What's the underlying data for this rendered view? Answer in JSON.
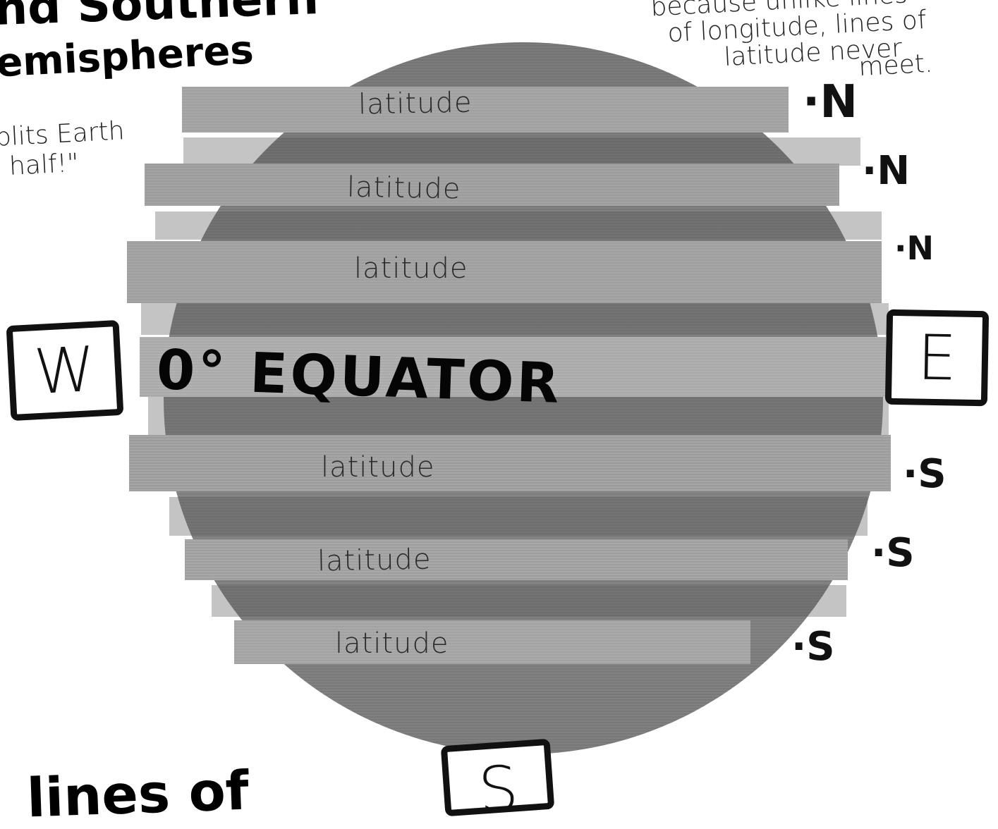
{
  "header": {
    "title_line1": "nd Southern",
    "title_line2": "emispheres",
    "left_note_line1": "plits Earth",
    "left_note_line2": "half!\"",
    "right_note_line1": "because unlike lines",
    "right_note_line2": "of longitude, lines of",
    "right_note_line3": "latitude never",
    "right_note_line4": "meet."
  },
  "strips": [
    {
      "label": "latitude"
    },
    {
      "label": "latitude"
    },
    {
      "label": "latitude"
    },
    {
      "label": "latitude"
    },
    {
      "label": "latitude"
    },
    {
      "label": "latitude"
    }
  ],
  "equator_label": "0° EQUATOR",
  "compass": {
    "west": "W",
    "east": "E",
    "south": "S"
  },
  "hemisphere_marks": {
    "n1": "·N",
    "n2": "·N",
    "n3": "·N",
    "s1": "·S",
    "s2": "·S",
    "s3": "·S"
  },
  "footer": {
    "title": "lines of"
  },
  "colors": {
    "globe": "#808080",
    "strip": "#a9a9a9",
    "ink": "#111111",
    "paper": "#ffffff"
  }
}
